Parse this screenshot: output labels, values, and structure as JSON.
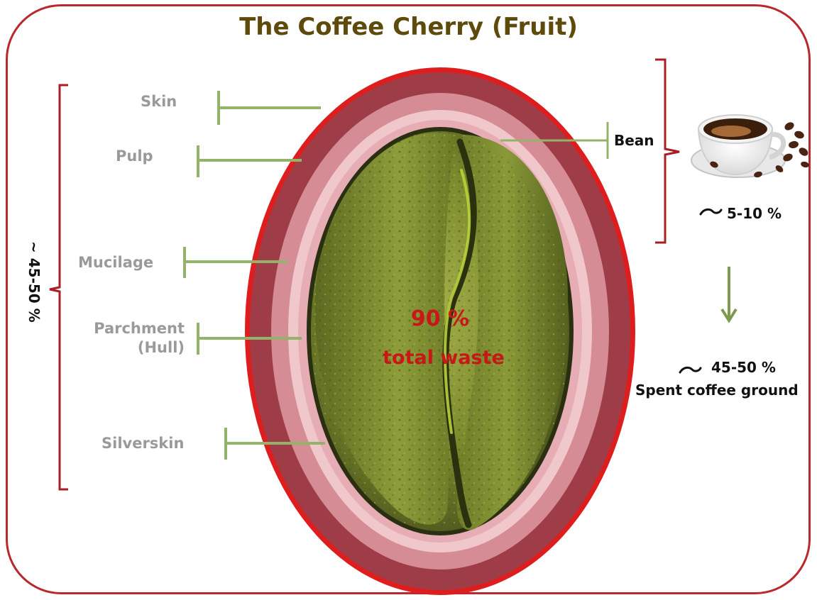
{
  "title": "The Coffee Cherry (Fruit)",
  "layers": [
    {
      "id": "skin",
      "label": "Skin"
    },
    {
      "id": "pulp",
      "label": "Pulp"
    },
    {
      "id": "mucilage",
      "label": "Mucilage"
    },
    {
      "id": "parchment",
      "label": "Parchment (Hull)",
      "line1": "Parchment",
      "line2": "(Hull)"
    },
    {
      "id": "silverskin",
      "label": "Silverskin"
    }
  ],
  "left_bracket": {
    "label": "45-50 %",
    "prefix": "~"
  },
  "bean": {
    "label": "Bean"
  },
  "center_text": {
    "percent": "90 %",
    "caption": "total waste"
  },
  "right_side": {
    "bean_share": {
      "prefix": "~",
      "value": "5-10 %"
    },
    "spent_share": {
      "prefix": "~",
      "value": "45-50 %",
      "caption": "Spent coffee ground"
    }
  },
  "colors": {
    "frame": "#b8282c",
    "title": "#5e4b0c",
    "skin_ring": "#9e3d47",
    "pulp_ring": "#d58c95",
    "mucilage_ring": "#f0c8cc",
    "outer_rim": "#de1e1e",
    "bean_green": "#7a8c2c",
    "pointer_green": "#93b36a",
    "center_text": "#c81717",
    "arrow_green": "#7d9a4c"
  }
}
